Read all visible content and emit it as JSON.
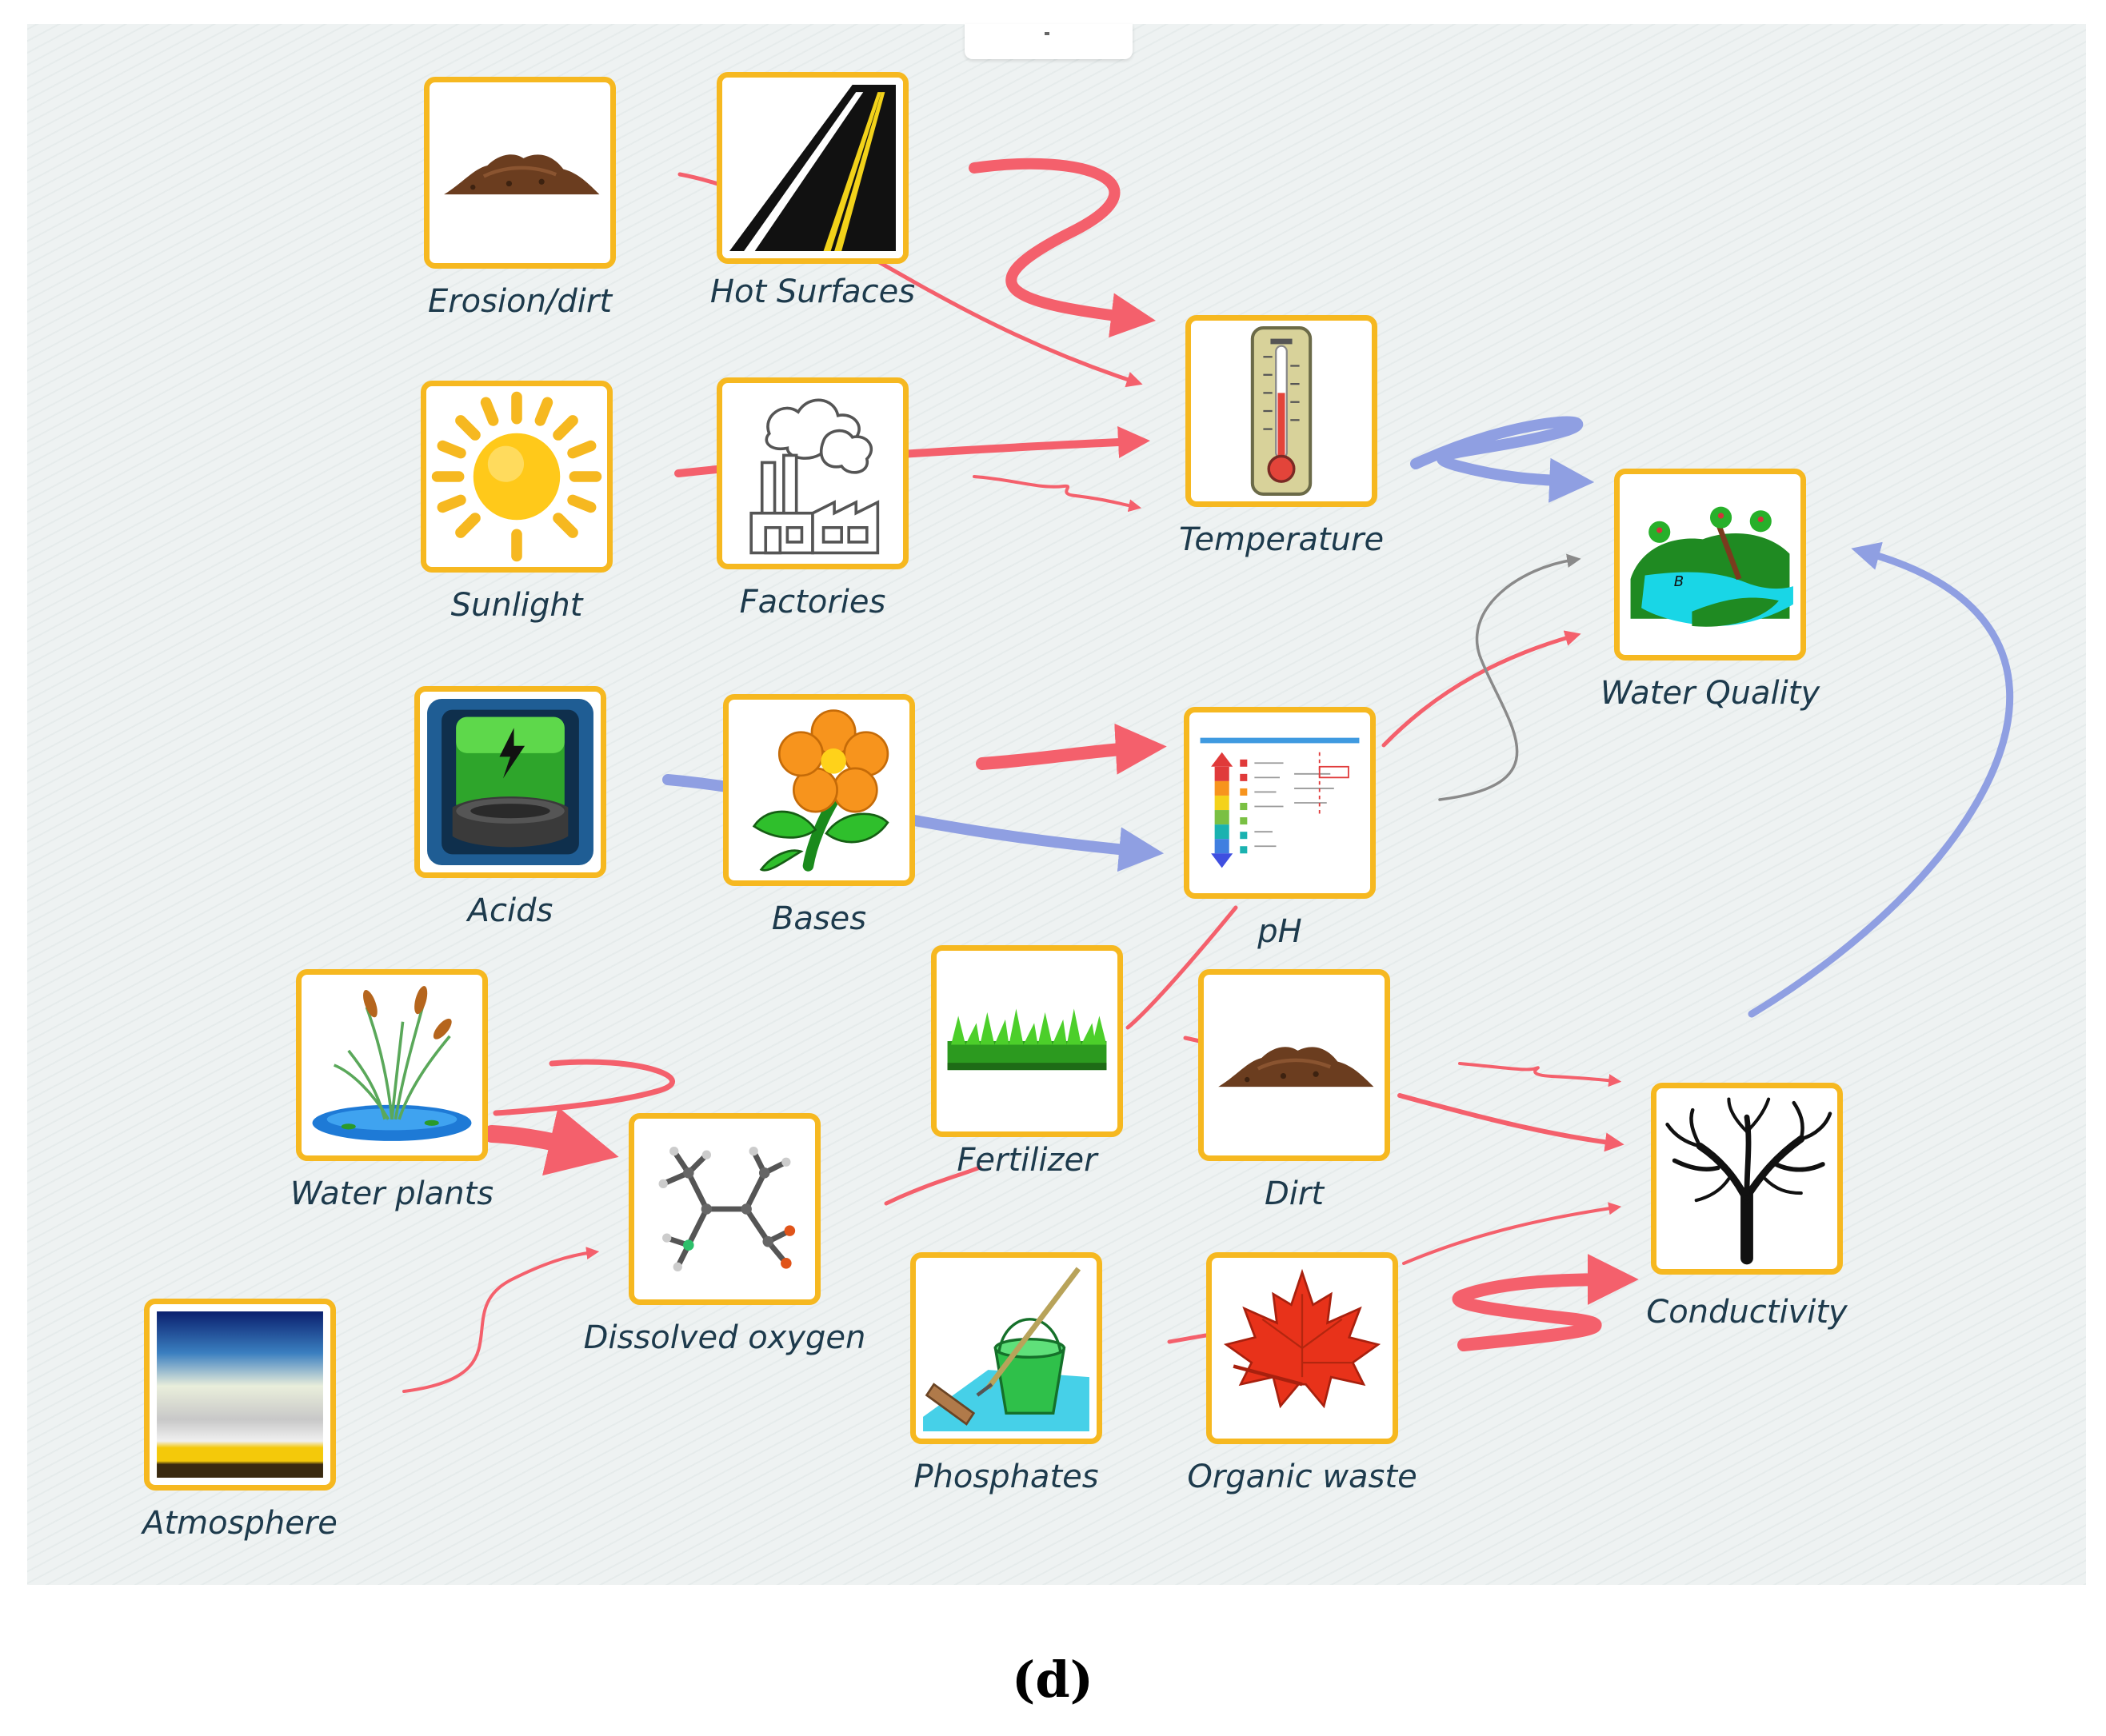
{
  "panel_label": "(d)",
  "colors": {
    "card_border": "#f6b820",
    "increase_link": "#f4606c",
    "decrease_link": "#8f9fe2",
    "neutral_link": "#8a8a8a",
    "label_text": "#1d3a4c"
  },
  "nodes": {
    "erosion": {
      "label": "Erosion/dirt",
      "icon": "dirt-pile-icon"
    },
    "hot_surfaces": {
      "label": "Hot Surfaces",
      "icon": "road-icon"
    },
    "sunlight": {
      "label": "Sunlight",
      "icon": "sun-icon"
    },
    "factories": {
      "label": "Factories",
      "icon": "factory-icon"
    },
    "temperature": {
      "label": "Temperature",
      "icon": "thermometer-icon"
    },
    "water_quality": {
      "label": "Water Quality",
      "icon": "landscape-stream-icon"
    },
    "acids": {
      "label": "Acids",
      "icon": "battery-icon"
    },
    "bases": {
      "label": "Bases",
      "icon": "flower-icon"
    },
    "ph": {
      "label": "pH",
      "icon": "ph-scale-icon"
    },
    "water_plants": {
      "label": "Water plants",
      "icon": "cattail-icon"
    },
    "dissolved_oxygen": {
      "label": "Dissolved oxygen",
      "icon": "molecule-icon"
    },
    "fertilizer": {
      "label": "Fertilizer",
      "icon": "grass-icon"
    },
    "dirt": {
      "label": "Dirt",
      "icon": "dirt-pile-icon"
    },
    "conductivity": {
      "label": "Conductivity",
      "icon": "bare-tree-icon"
    },
    "atmosphere": {
      "label": "Atmosphere",
      "icon": "sky-gradient-icon"
    },
    "phosphates": {
      "label": "Phosphates",
      "icon": "bucket-mop-icon"
    },
    "organic_waste": {
      "label": "Organic waste",
      "icon": "maple-leaf-icon"
    }
  }
}
